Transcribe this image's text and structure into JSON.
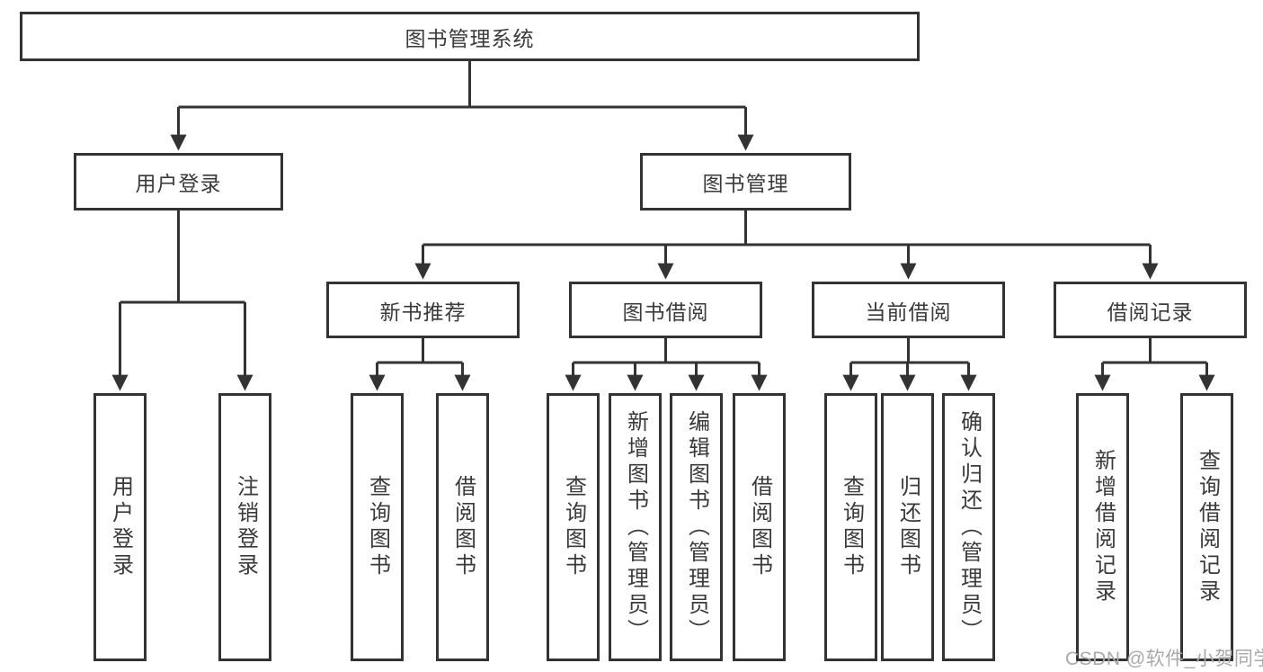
{
  "colors": {
    "border": "#333333",
    "text": "#3a3a3a",
    "watermark": "#a9a9a9",
    "background": "#ffffff"
  },
  "watermark": {
    "text": "CSDN @软件_小贺同学"
  },
  "diagram": {
    "type": "tree",
    "root": {
      "label": "图书管理系统",
      "children": [
        {
          "label": "用户登录",
          "children": [
            {
              "label": "用户登录"
            },
            {
              "label": "注销登录"
            }
          ]
        },
        {
          "label": "图书管理",
          "children": [
            {
              "label": "新书推荐",
              "children": [
                {
                  "label": "查询图书"
                },
                {
                  "label": "借阅图书"
                }
              ]
            },
            {
              "label": "图书借阅",
              "children": [
                {
                  "label": "查询图书"
                },
                {
                  "label": "新增图书（管理员）"
                },
                {
                  "label": "编辑图书（管理员）"
                },
                {
                  "label": "借阅图书"
                }
              ]
            },
            {
              "label": "当前借阅",
              "children": [
                {
                  "label": "查询图书"
                },
                {
                  "label": "归还图书"
                },
                {
                  "label": "确认归还（管理员）"
                }
              ]
            },
            {
              "label": "借阅记录",
              "children": [
                {
                  "label": "新增借阅记录"
                },
                {
                  "label": "查询借阅记录"
                }
              ]
            }
          ]
        }
      ]
    }
  }
}
